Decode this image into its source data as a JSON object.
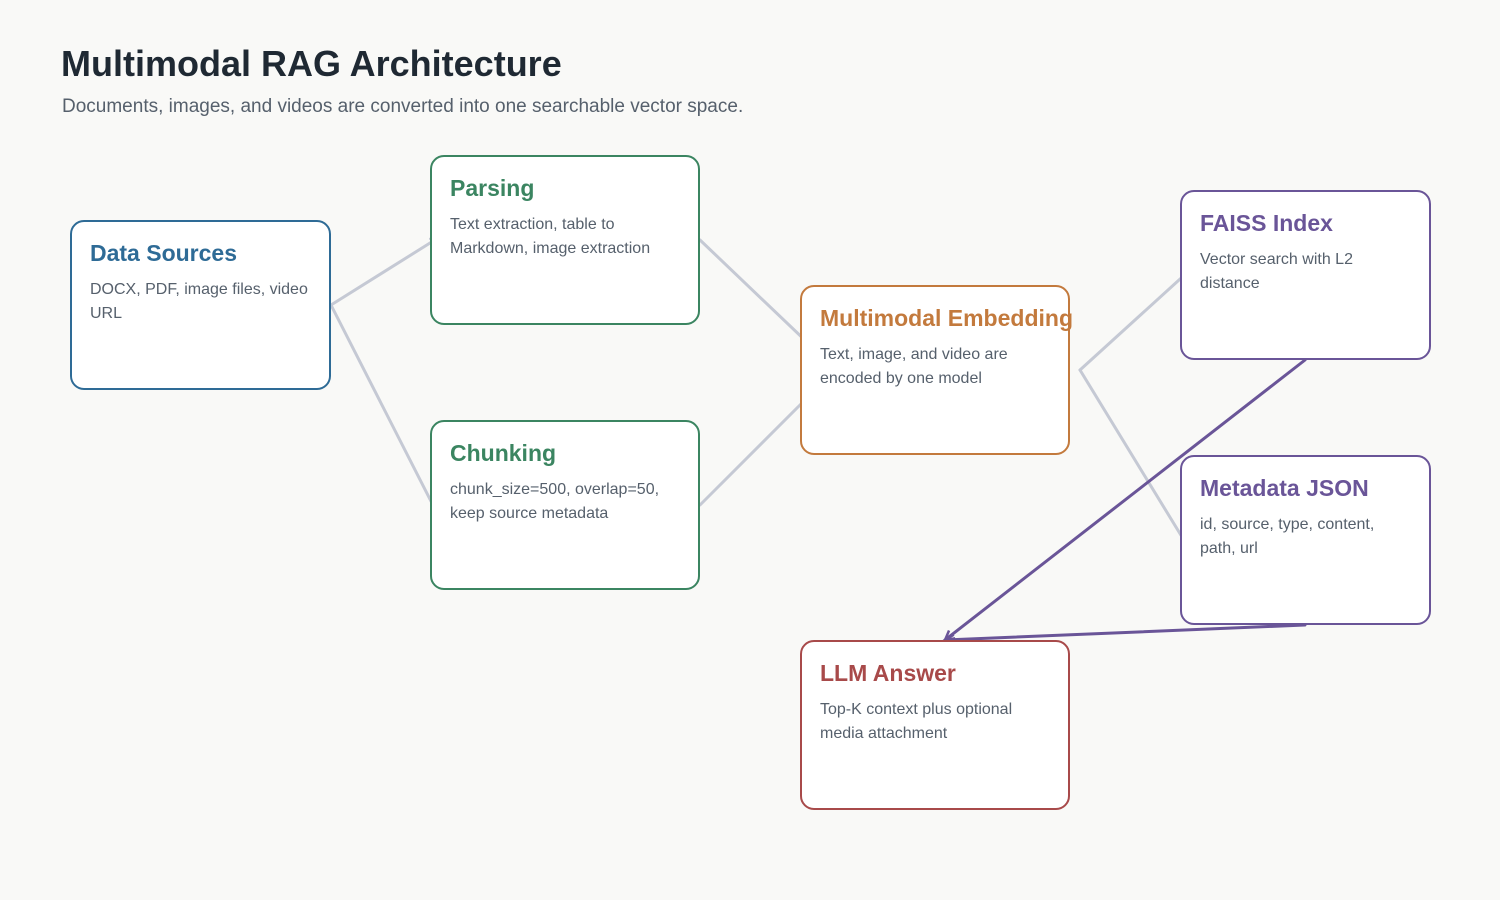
{
  "diagram": {
    "title": "Multimodal RAG Architecture",
    "subtitle": "Documents, images, and videos are converted into one searchable vector space.",
    "colors": {
      "background": "#f9f9f7",
      "sources": "#2e6b96",
      "parsing": "#3b8561",
      "embedding": "#c37a3d",
      "index": "#6a5598",
      "answer": "#a84a4a",
      "edge_default": "#c5c9d4",
      "edge_query": "#6a5598"
    },
    "nodes": {
      "sources": {
        "title": "Data Sources",
        "desc": "DOCX, PDF, image files, video URL"
      },
      "parsing": {
        "title": "Parsing",
        "desc": "Text extraction, table to Markdown, image extraction"
      },
      "chunking": {
        "title": "Chunking",
        "desc": "chunk_size=500, overlap=50, keep source metadata"
      },
      "embedding": {
        "title": "Multimodal Embedding",
        "desc": "Text, image, and video are encoded by one model"
      },
      "faiss": {
        "title": "FAISS Index",
        "desc": "Vector search with L2 distance"
      },
      "metadata": {
        "title": "Metadata JSON",
        "desc": "id, source, type, content, path, url"
      },
      "llm": {
        "title": "LLM Answer",
        "desc": "Top-K context plus optional media attachment"
      }
    },
    "edges": [
      {
        "from": "sources",
        "to": "parsing",
        "style": "default"
      },
      {
        "from": "sources",
        "to": "chunking",
        "style": "default"
      },
      {
        "from": "parsing",
        "to": "embedding",
        "style": "default"
      },
      {
        "from": "chunking",
        "to": "embedding",
        "style": "default"
      },
      {
        "from": "embedding",
        "to": "faiss",
        "style": "default"
      },
      {
        "from": "embedding",
        "to": "metadata",
        "style": "default"
      },
      {
        "from": "faiss",
        "to": "llm",
        "style": "query"
      },
      {
        "from": "metadata",
        "to": "llm",
        "style": "query"
      }
    ]
  }
}
